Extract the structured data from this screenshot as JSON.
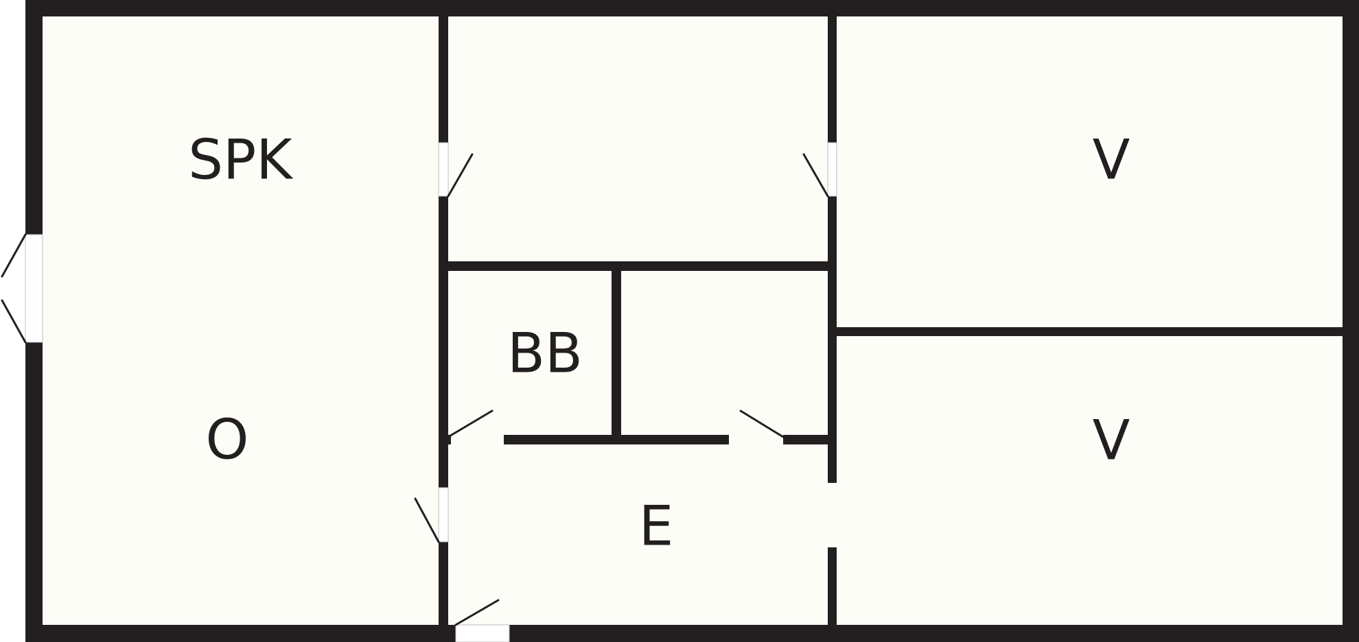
{
  "colors": {
    "wall": "#231f20",
    "floor": "#fdfdf8",
    "opening": "#ffffff"
  },
  "rooms": [
    {
      "key": "spk",
      "label": "SPK"
    },
    {
      "key": "o",
      "label": "O"
    },
    {
      "key": "bb",
      "label": "BB"
    },
    {
      "key": "e",
      "label": "E"
    },
    {
      "key": "v_top",
      "label": "V"
    },
    {
      "key": "v_bottom",
      "label": "V"
    }
  ]
}
